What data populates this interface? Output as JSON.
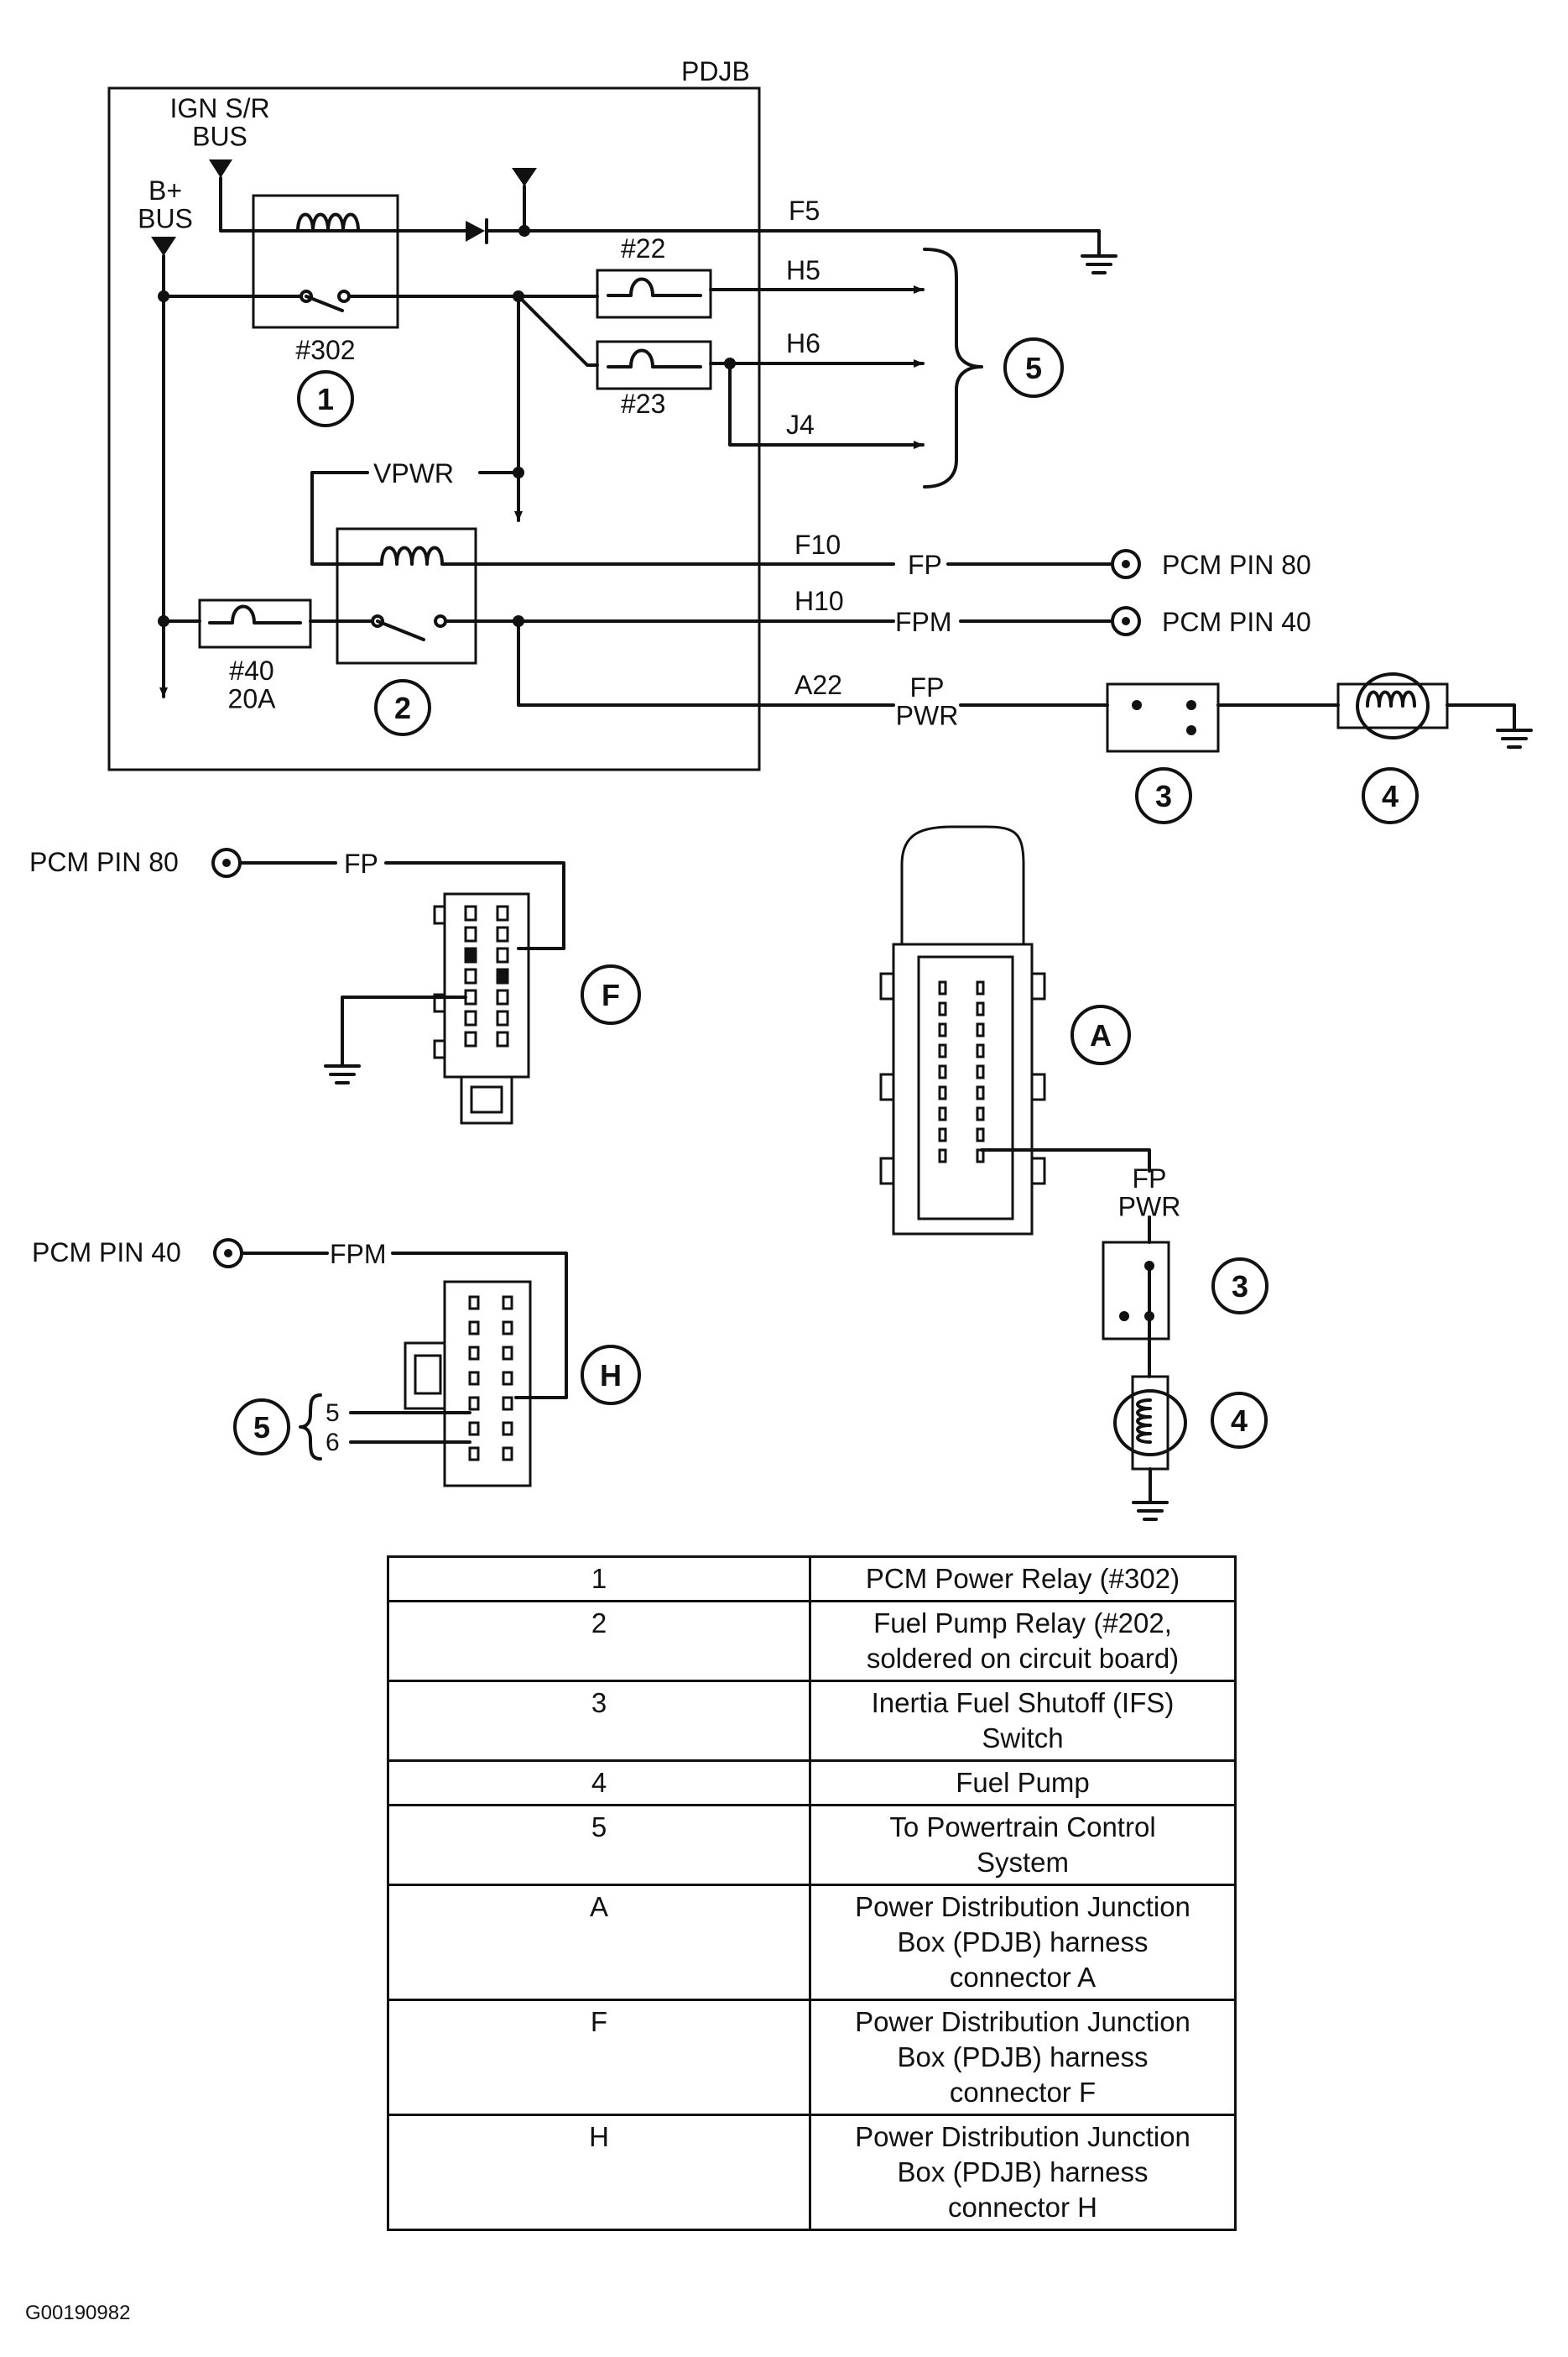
{
  "schematic": {
    "box_label": "PDJB",
    "ign_bus": "IGN S/R\nBUS",
    "b_bus": "B+\nBUS",
    "relay1_label": "#302",
    "relay1_callout": "1",
    "relay2_callout": "2",
    "fuse22": "#22",
    "fuse23": "#23",
    "fuse40": "#40\n20A",
    "vpwr": "VPWR",
    "circuits": {
      "f5": "F5",
      "h5": "H5",
      "h6": "H6",
      "j4": "J4",
      "f10": "F10",
      "h10": "H10",
      "a22": "A22"
    },
    "signals": {
      "fp": "FP",
      "fpm": "FPM",
      "fp_pwr": "FP\nPWR"
    },
    "pcm_pin80": "PCM PIN 80",
    "pcm_pin40": "PCM PIN 40",
    "callout5": "5",
    "callout3": "3",
    "callout4": "4"
  },
  "connectors": {
    "f": {
      "label": "F",
      "pin_label": "PCM PIN 80",
      "signal": "FP"
    },
    "h": {
      "label": "H",
      "pin_label": "PCM PIN 40",
      "signal": "FPM",
      "callout": "5",
      "pin_a": "5",
      "pin_b": "6"
    },
    "a": {
      "label": "A",
      "signal": "FP\nPWR",
      "callout3": "3",
      "callout4": "4"
    }
  },
  "legend": [
    {
      "key": "1",
      "desc": "PCM Power Relay (#302)"
    },
    {
      "key": "2",
      "desc": "Fuel Pump Relay (#202,\nsoldered on circuit board)"
    },
    {
      "key": "3",
      "desc": "Inertia Fuel Shutoff (IFS)\nSwitch"
    },
    {
      "key": "4",
      "desc": "Fuel Pump"
    },
    {
      "key": "5",
      "desc": "To Powertrain Control\nSystem"
    },
    {
      "key": "A",
      "desc": "Power Distribution Junction\nBox (PDJB) harness\nconnector A"
    },
    {
      "key": "F",
      "desc": "Power Distribution Junction\nBox (PDJB) harness\nconnector F"
    },
    {
      "key": "H",
      "desc": "Power Distribution Junction\nBox (PDJB) harness\nconnector H"
    }
  ],
  "figure_id": "G00190982"
}
